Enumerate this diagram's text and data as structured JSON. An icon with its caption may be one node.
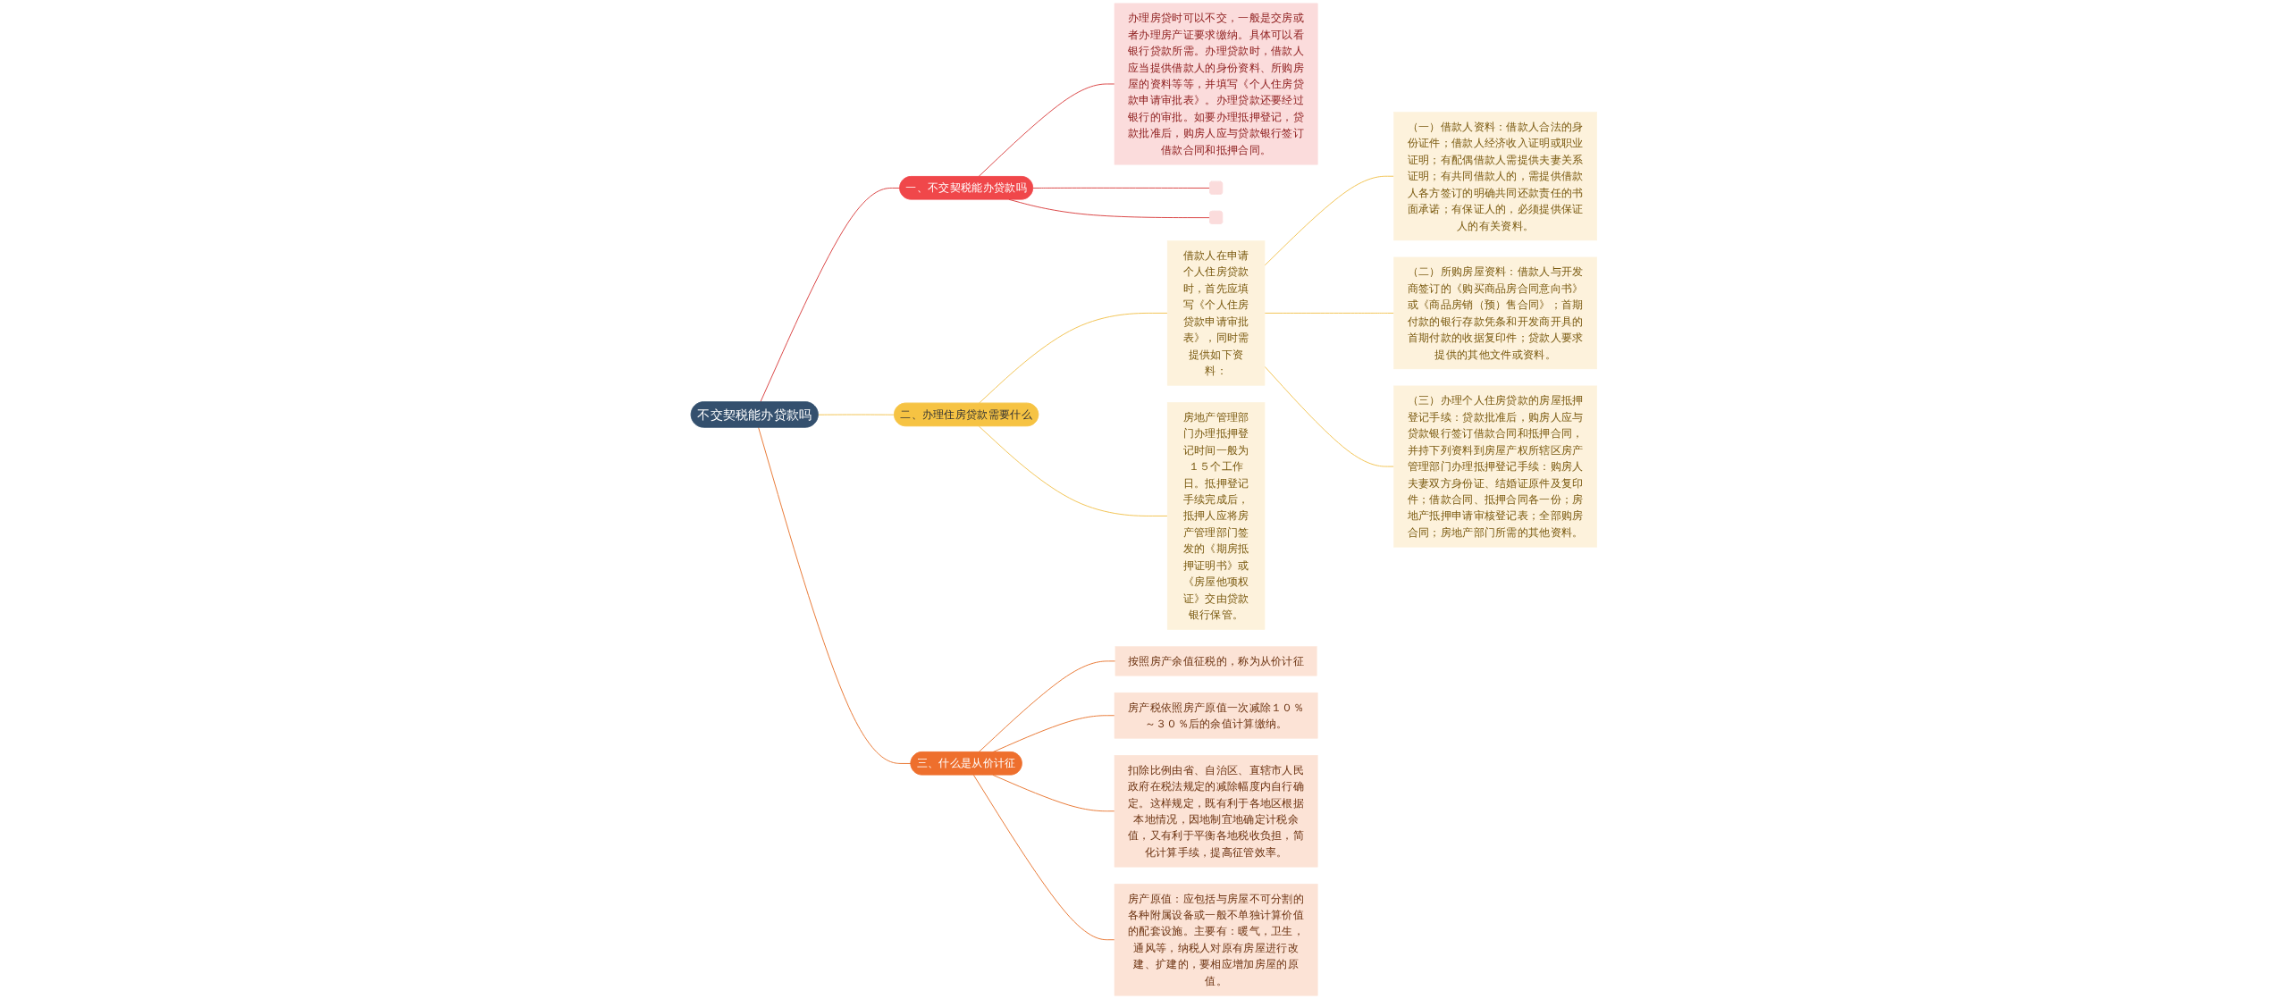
{
  "diagram": {
    "nodes": [
      {
        "text": [
          "不交契税能办贷款吗"
        ]
      },
      {
        "text": [
          "一、不交契税能办贷款吗"
        ]
      },
      {
        "text": [
          "办理房贷时可以不交，一般是交房或者办理房产证要求缴纳。具体可以看银行贷款所需。办理贷款时，借款人应当提供借款人的身份资料、所购房屋的资料等等，并填写《个人住房贷款申请审批表》。办理贷款还要经过银行的审批。如要办理抵押登记，贷款批准后，购房人应与贷款银行签订借款合同和抵押合同。"
        ]
      },
      {
        "text": [],
        "shape": "box"
      },
      {
        "text": [],
        "shape": "box"
      },
      {
        "text": [
          "二、办理住房贷款需要什么"
        ]
      },
      {
        "text": [
          "借款人在申请个人住房贷款时，首先应填写《个人住房贷款申请审批表》，同时需提供如下资料："
        ]
      },
      {
        "text": [
          "（一）借款人资料：借款人合法的身份证件；借款人经济收入证明或职业证明；有配偶借款人需提供夫妻关系证明；有共同借款人的，需提供借款人各方签订的明确共同还款责任的书面承诺；有保证人的，必须提供保证人的有关资料。"
        ]
      },
      {
        "text": [
          "（二）所购房屋资料：借款人与开发商签订的《购买商品房合同意向书》或《商品房销（预）售合同》；首期付款的银行存款凭条和开发商开具的首期付款的收据复印件；贷款人要求提供的其他文件或资料。"
        ]
      },
      {
        "text": [
          "（三）办理个人住房贷款的房屋抵押登记手续：贷款批准后，购房人应与贷款银行签订借款合同和抵押合同，并持下列资料到房屋产权所辖区房产管理部门办理抵押登记手续：购房人夫妻双方身份证、结婚证原件及复印件；借款合同、抵押合同各一份；房地产抵押申请审核登记表；全部购房合同；房地产部门所需的其他资料。"
        ]
      },
      {
        "text": [
          "房地产管理部门办理抵押登记时间一般为１５个工作日。抵押登记手续完成后，抵押人应将房产管理部门签发的《期房抵押证明书》或《房屋他项权证》交由贷款银行保管。"
        ]
      },
      {
        "text": [
          "三、什么是从价计征"
        ]
      },
      {
        "text": [
          "按照房产余值征税的，称为从价计征"
        ]
      },
      {
        "text": [
          "房产税依照房产原值一次减除１０％～３０％后的余值计算缴纳。"
        ]
      },
      {
        "text": [
          "扣除比例由省、自治区、直辖市人民政府在税法规定的减除幅度内自行确定。这样规定，既有利于各地区根据本地情况，因地制宜地确定计税余值，又有利于平衡各地税收负担，简化计算手续，提高征管效率。"
        ]
      },
      {
        "text": [
          "房产原值：应包括与房屋不可分割的各种附属设备或一般不单独计算价值的配套设施。主要有：暖气，卫生，通风等，纳税人对原有房屋进行改建、扩建的，要相应增加房屋的原值。"
        ]
      }
    ],
    "edges": [
      {
        "from": 0,
        "to": 1,
        "arrow": "none",
        "color": "#d9403f"
      },
      {
        "from": 1,
        "to": 2,
        "arrow": "none",
        "color": "#d9403f"
      },
      {
        "from": 1,
        "to": 3,
        "arrow": "none",
        "color": "#d9403f"
      },
      {
        "from": 1,
        "to": 4,
        "arrow": "none",
        "color": "#d9403f"
      },
      {
        "from": 0,
        "to": 5,
        "arrow": "none"
      },
      {
        "from": 5,
        "to": 6,
        "arrow": "none"
      },
      {
        "from": 6,
        "to": 7,
        "arrow": "none"
      },
      {
        "from": 6,
        "to": 8,
        "arrow": "none"
      },
      {
        "from": 6,
        "to": 9,
        "arrow": "none"
      },
      {
        "from": 5,
        "to": 10,
        "arrow": "none"
      },
      {
        "from": 0,
        "to": 11,
        "arrow": "none",
        "color": "#e8742f"
      },
      {
        "from": 11,
        "to": 12,
        "arrow": "none",
        "color": "#e8742f"
      },
      {
        "from": 11,
        "to": 13,
        "arrow": "none",
        "color": "#e8742f"
      },
      {
        "from": 11,
        "to": 14,
        "arrow": "none",
        "color": "#e8742f"
      },
      {
        "from": 11,
        "to": 15,
        "arrow": "none",
        "color": "#e8742f"
      }
    ]
  }
}
